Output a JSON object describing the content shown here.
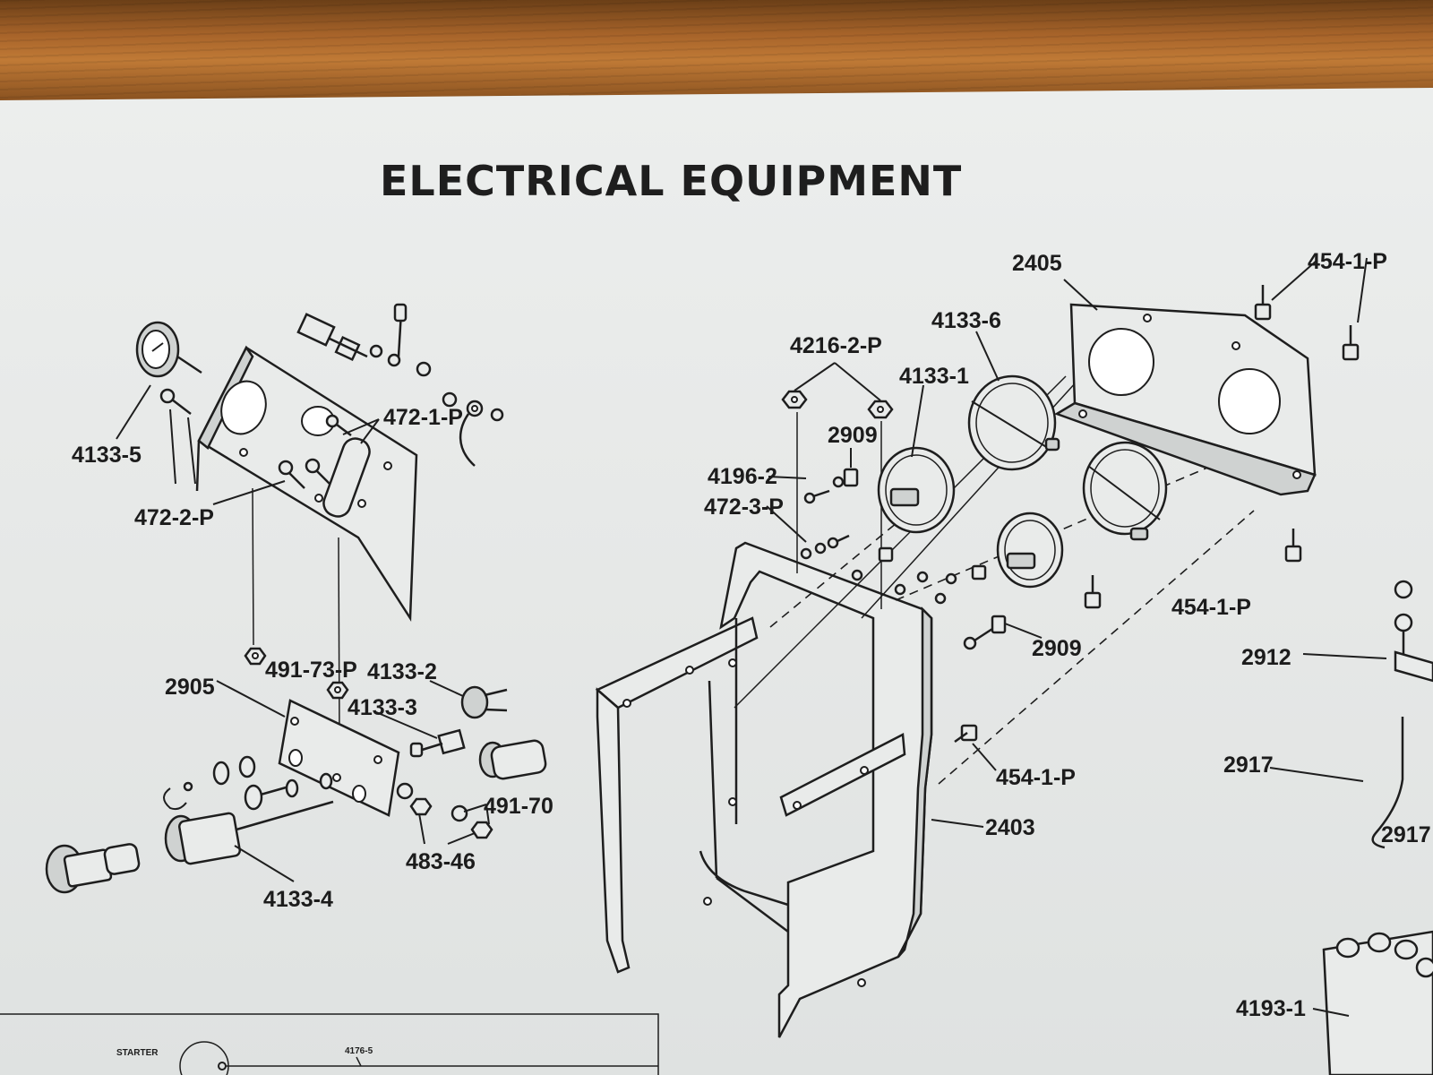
{
  "title": "ELECTRICAL EQUIPMENT",
  "callouts": {
    "c4133_5": "4133-5",
    "c472_2_p": "472-2-P",
    "c472_1_p": "472-1-P",
    "c491_73_p": "491-73-P",
    "c2905": "2905",
    "c4133_2": "4133-2",
    "c4133_3": "4133-3",
    "c491_70": "491-70",
    "c483_46": "483-46",
    "c4133_4": "4133-4",
    "c4216_2_p": "4216-2-P",
    "c4133_1": "4133-1",
    "c4133_6": "4133-6",
    "c2405": "2405",
    "c454_1_p_top": "454-1-P",
    "c2909_a": "2909",
    "c4196_2": "4196-2",
    "c472_3_p": "472-3-P",
    "c454_1_p_mid": "454-1-P",
    "c2909_b": "2909",
    "c454_1_p_low": "454-1-P",
    "c2403": "2403",
    "c2912": "2912",
    "c2917": "2917",
    "c2917_r": "2917",
    "c4193_1": "4193-1"
  },
  "wiring_inset": {
    "starter_label": "STARTER",
    "part_label": "4176-5"
  }
}
